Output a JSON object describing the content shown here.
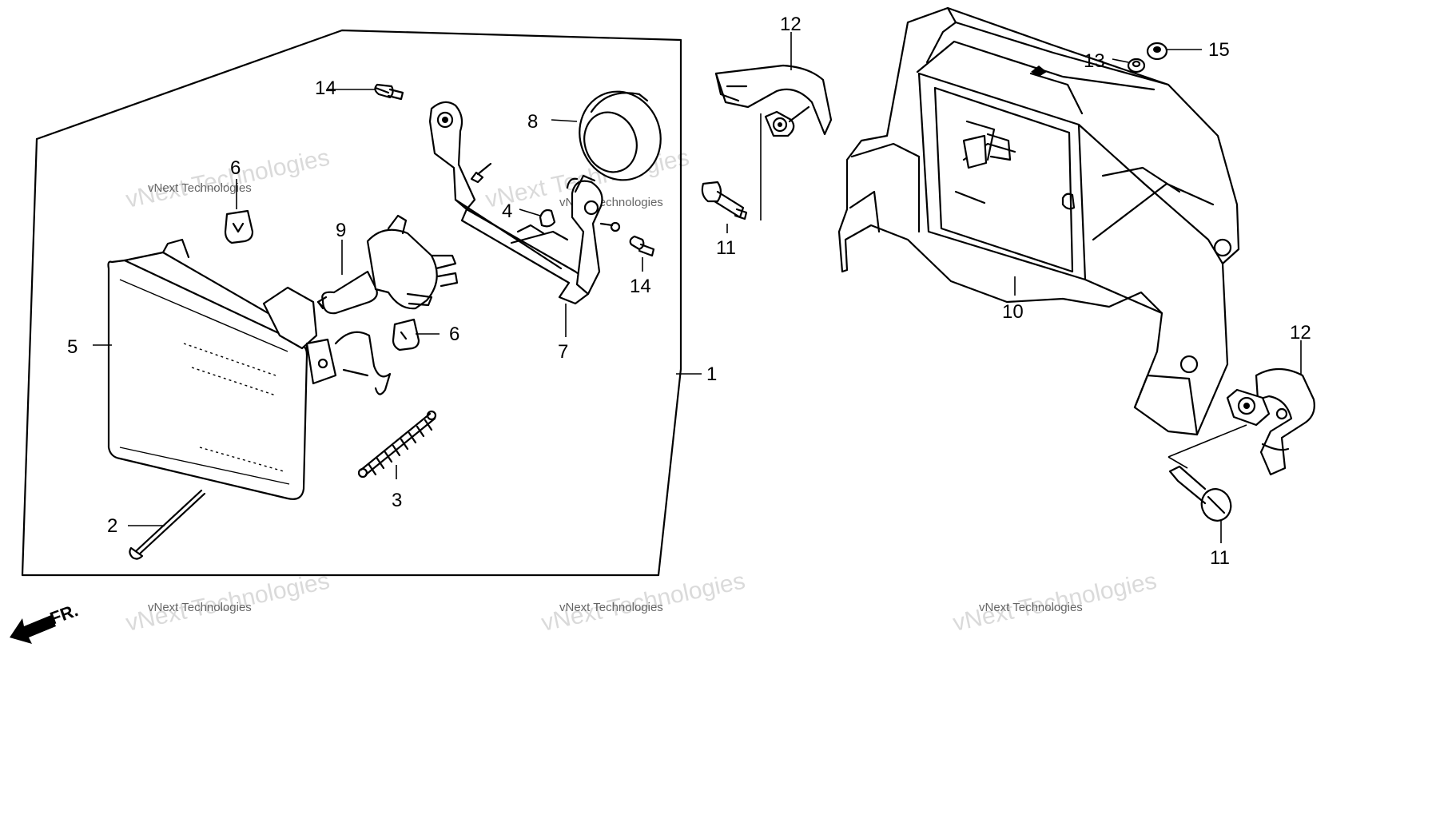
{
  "callouts": {
    "c1": "1",
    "c2": "2",
    "c3": "3",
    "c4": "4",
    "c5": "5",
    "c6a": "6",
    "c6b": "6",
    "c7": "7",
    "c8": "8",
    "c9": "9",
    "c10": "10",
    "c11a": "11",
    "c11b": "11",
    "c12a": "12",
    "c12b": "12",
    "c13": "13",
    "c14a": "14",
    "c14b": "14",
    "c15": "15"
  },
  "direction_label": "FR.",
  "watermark": {
    "text_line1": "vNext Technologies",
    "text_line2": "vNext Technologies"
  }
}
